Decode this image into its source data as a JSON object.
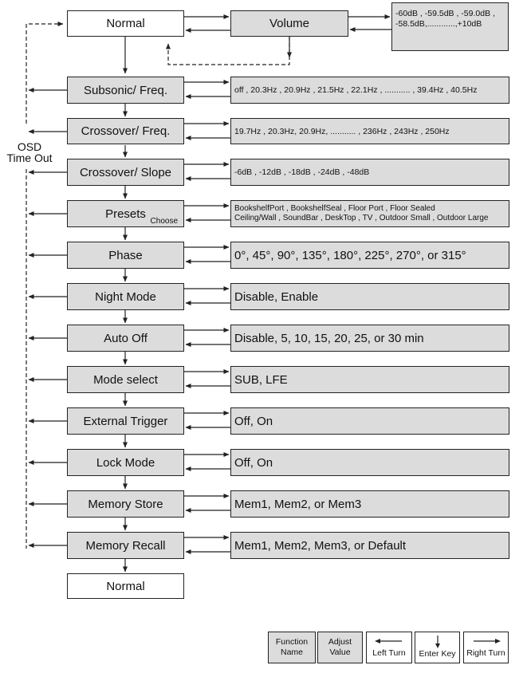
{
  "menu": {
    "start": "Normal",
    "end": "Normal",
    "osd_timeout": [
      "OSD",
      "Time Out"
    ],
    "volume": {
      "label": "Volume",
      "values": [
        "-60dB , -59.5dB , -59.0dB ,",
        "-58.5dB,............,+10dB"
      ]
    },
    "items": [
      {
        "label": "Subsonic/ Freq.",
        "values": "off , 20.3Hz , 20.9Hz , 21.5Hz , 22.1Hz , ........... , 39.4Hz , 40.5Hz"
      },
      {
        "label": "Crossover/ Freq.",
        "values": "19.7Hz , 20.3Hz, 20.9Hz, ........... , 236Hz , 243Hz , 250Hz"
      },
      {
        "label": "Crossover/ Slope",
        "values": "-6dB , -12dB , -18dB , -24dB , -48dB"
      },
      {
        "label": "Presets",
        "sublabel": "Choose",
        "values": [
          "BookshelfPort , BookshelfSeal , Floor Port , Floor Sealed",
          "Ceiling/Wall , SoundBar , DeskTop , TV , Outdoor Small , Outdoor Large"
        ]
      },
      {
        "label": "Phase",
        "values": "0°, 45°, 90°, 135°, 180°, 225°, 270°, or 315°"
      },
      {
        "label": "Night Mode",
        "values": "Disable, Enable"
      },
      {
        "label": "Auto Off",
        "values": "Disable, 5, 10, 15, 20, 25, or 30 min"
      },
      {
        "label": "Mode select",
        "values": "SUB, LFE"
      },
      {
        "label": "External Trigger",
        "values": "Off, On"
      },
      {
        "label": "Lock Mode",
        "values": "Off, On"
      },
      {
        "label": "Memory Store",
        "values": "Mem1, Mem2, or Mem3"
      },
      {
        "label": "Memory Recall",
        "values": "Mem1, Mem2, Mem3, or Default"
      }
    ]
  },
  "legend": {
    "function_name": [
      "Function",
      "Name"
    ],
    "adjust_value": [
      "Adjust",
      "Value"
    ],
    "left_turn": "Left Turn",
    "enter_key": "Enter Key",
    "right_turn": "Right Turn"
  },
  "colors": {
    "function_box": "#dcdcdc",
    "value_box": "#dcdcdc",
    "line": "#222222"
  }
}
